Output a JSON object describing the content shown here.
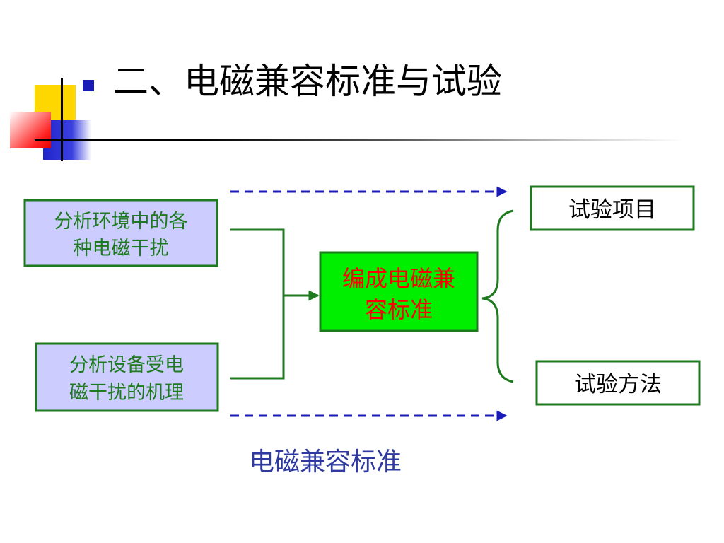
{
  "slide": {
    "title": "二、电磁兼容标准与试验",
    "caption": "电磁兼容标准"
  },
  "diagram": {
    "box_env": [
      "分析环境中的各",
      "种电磁干扰"
    ],
    "box_device": [
      "分析设备受电",
      "磁干扰的机理"
    ],
    "box_center": [
      "编成电磁兼",
      "容标准"
    ],
    "box_test_items": "试验项目",
    "box_test_methods": "试验方法"
  },
  "colors": {
    "box_border": "#1e7a1e",
    "input_box_fill": "#ccccff",
    "input_text": "#1e7a1e",
    "center_fill": "#00ee00",
    "center_text": "#ff0000",
    "dashed_arrow": "#1a1ab8",
    "caption": "#2f3aa0"
  }
}
